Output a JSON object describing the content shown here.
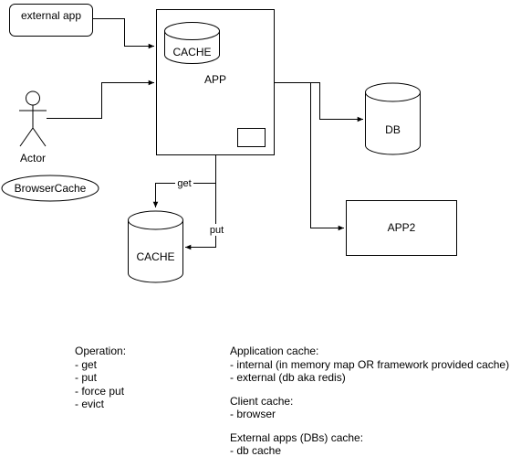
{
  "nodes": {
    "external_app": "external app",
    "app": "APP",
    "app_cache": "CACHE",
    "actor": "Actor",
    "browser_cache": "BrowserCache",
    "db": "DB",
    "app2": "APP2",
    "cache": "CACHE"
  },
  "edges": {
    "get": "get",
    "put": "put"
  },
  "notes": {
    "operation": {
      "title": "Operation:",
      "items": [
        "- get",
        "- put",
        "- force put",
        "- evict"
      ]
    },
    "application_cache": {
      "title": "Application cache:",
      "items": [
        "- internal (in memory map OR framework provided cache)",
        "- external (db aka redis)"
      ]
    },
    "client_cache": {
      "title": "Client cache:",
      "items": [
        "- browser"
      ]
    },
    "external_apps_cache": {
      "title": "External apps (DBs) cache:",
      "items": [
        "- db cache"
      ]
    }
  }
}
